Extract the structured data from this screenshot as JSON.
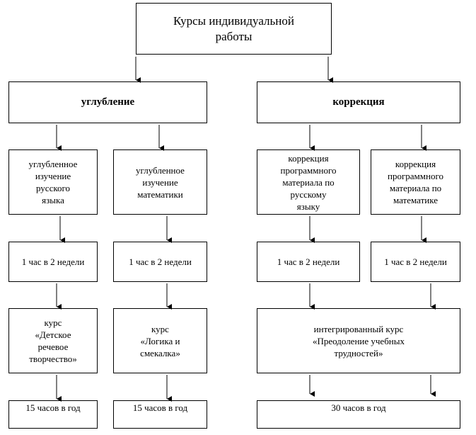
{
  "root": {
    "title": "Курсы индивидуальной\nработы"
  },
  "branches": [
    {
      "label": "углубление"
    },
    {
      "label": "коррекция"
    }
  ],
  "subjects": [
    {
      "label": "углубленное\nизучение\nрусского\nязыка"
    },
    {
      "label": "углубленное\nизучение\nматематики"
    },
    {
      "label": "коррекция\nпрограммного\nматериала по\nрусскому\nязыку"
    },
    {
      "label": "коррекция\nпрограммного\nматериала по\nматематике"
    }
  ],
  "frequency": [
    {
      "label": "1 час в 2 недели"
    },
    {
      "label": "1 час в 2 недели"
    },
    {
      "label": "1 час в 2 недели"
    },
    {
      "label": "1 час в 2 недели"
    }
  ],
  "courses": [
    {
      "label": "курс\n«Детское\nречевое\nтворчество»"
    },
    {
      "label": "курс\n«Логика и\nсмекалка»"
    },
    {
      "label": "интегрированный курс\n«Преодоление учебных\nтрудностей»"
    }
  ],
  "hours": [
    {
      "label": "15 часов в год"
    },
    {
      "label": "15 часов в год"
    },
    {
      "label": "30 часов в год"
    }
  ]
}
